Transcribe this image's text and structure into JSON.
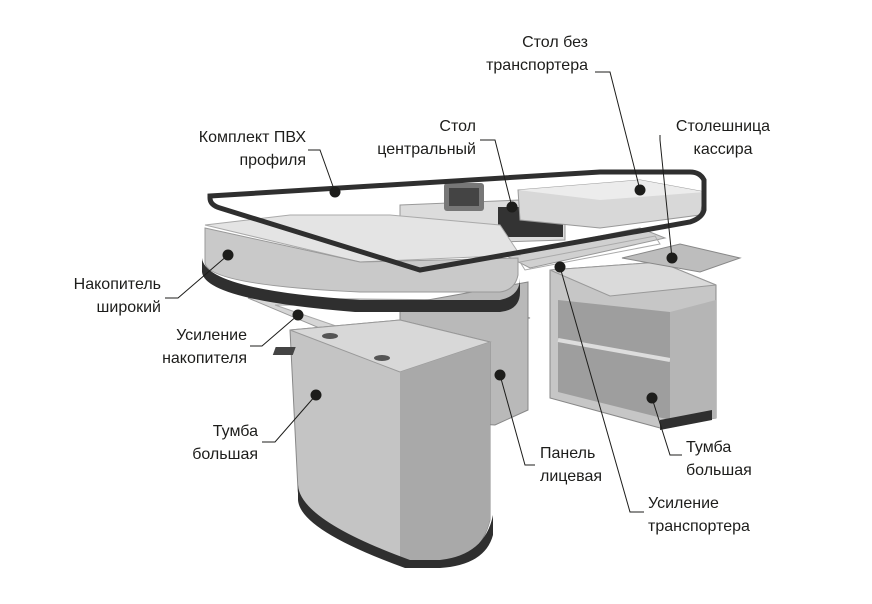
{
  "callouts": [
    {
      "id": "table-no-conveyor",
      "lines": [
        "Стол без",
        "транспортера"
      ]
    },
    {
      "id": "cashier-top",
      "lines": [
        "Столешница",
        "кассира"
      ]
    },
    {
      "id": "central-table",
      "lines": [
        "Стол",
        "центральный"
      ]
    },
    {
      "id": "pvc-profile-kit",
      "lines": [
        "Комплект ПВХ",
        "профиля"
      ]
    },
    {
      "id": "wide-accumulator",
      "lines": [
        "Накопитель",
        "широкий"
      ]
    },
    {
      "id": "accumulator-reinforcement",
      "lines": [
        "Усиление",
        "накопителя"
      ]
    },
    {
      "id": "large-cabinet-left",
      "lines": [
        "Тумба",
        "большая"
      ]
    },
    {
      "id": "front-panel",
      "lines": [
        "Панель",
        "лицевая"
      ]
    },
    {
      "id": "large-cabinet-right",
      "lines": [
        "Тумба",
        "большая"
      ]
    },
    {
      "id": "conveyor-reinforcement",
      "lines": [
        "Усиление",
        "транспортера"
      ]
    }
  ],
  "colors": {
    "metal": "#c8c8c8",
    "metal_light": "#e2e2e2",
    "metal_dark": "#8f8f8f",
    "trim": "#2f2f2f"
  }
}
